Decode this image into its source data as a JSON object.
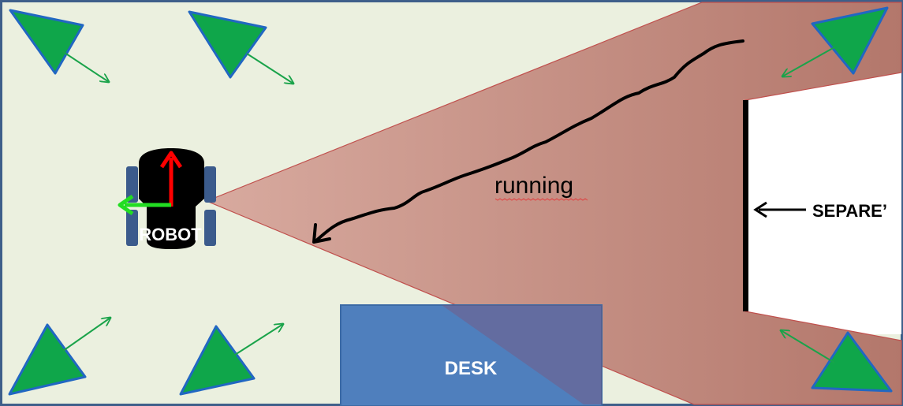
{
  "labels": {
    "robot": "ROBOT",
    "desk": "DESK",
    "separator": "SEPARE’",
    "path": "running"
  },
  "colors": {
    "room_fill": "#ebf0df",
    "room_border": "#3e5f8a",
    "cone_fill": "#b5776b",
    "cone_stroke": "#c0504d",
    "desk_fill": "#4f7fbd",
    "desk_stroke": "#3b6aa5",
    "sensor_fill": "#0fa64a",
    "sensor_stroke": "#2167c2",
    "arrow_green": "#1aa34a",
    "axis_red": "#ff0000",
    "axis_green": "#22dd22",
    "robot_body": "#000000",
    "robot_wheels": "#3b5b8c",
    "path_color": "#000000"
  },
  "icons": {
    "sensor": "triangle-sensor-icon",
    "robot": "robot-icon",
    "arrow": "arrow-icon"
  }
}
